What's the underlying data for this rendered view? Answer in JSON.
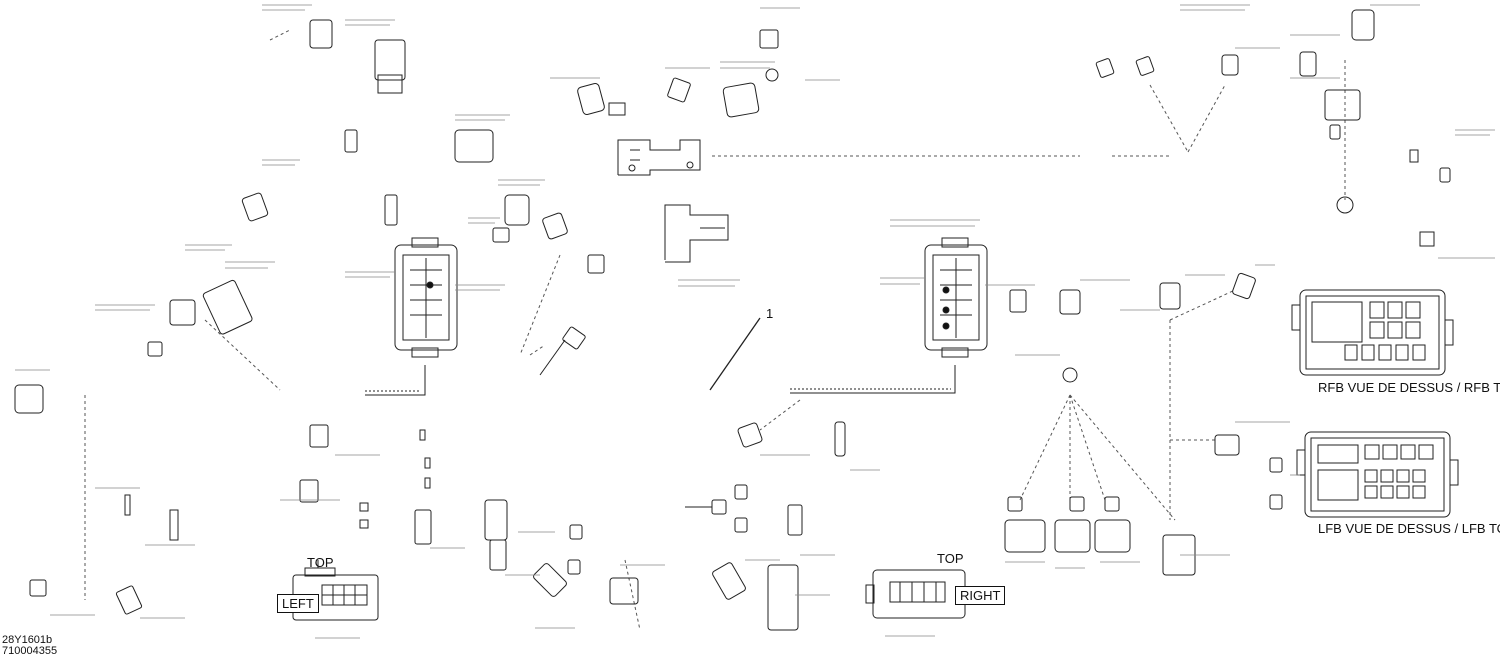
{
  "figure": {
    "main_callout": "1",
    "view_rfb": "RFB VUE DE DESSUS / RFB TOP VIEW",
    "view_lfb": "LFB VUE DE DESSUS / LFB TOP VIEW",
    "orient_top_1": "TOP",
    "orient_left": "LEFT",
    "orient_top_2": "TOP",
    "orient_right": "RIGHT",
    "drawing_number": "28Y1601b",
    "part_number": "710004355"
  },
  "colors": {
    "line": "#222222",
    "paper": "#ffffff"
  }
}
